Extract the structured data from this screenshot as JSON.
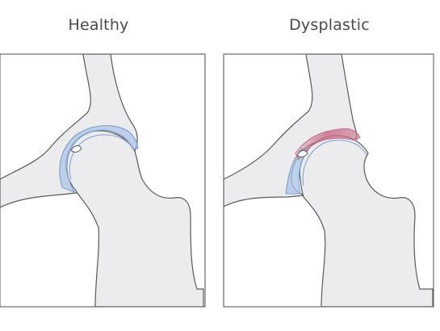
{
  "panels": [
    {
      "title": "Healthy",
      "state": "healthy"
    },
    {
      "title": "Dysplastic",
      "state": "dysplastic"
    }
  ],
  "colors": {
    "bone": "#ececee",
    "outline": "#5a5a5a",
    "frame": "#6a6a6a",
    "cartilage": "#a9c3e6",
    "cartilage_edge": "#7d9fd0",
    "stress": "#c96f8a"
  }
}
